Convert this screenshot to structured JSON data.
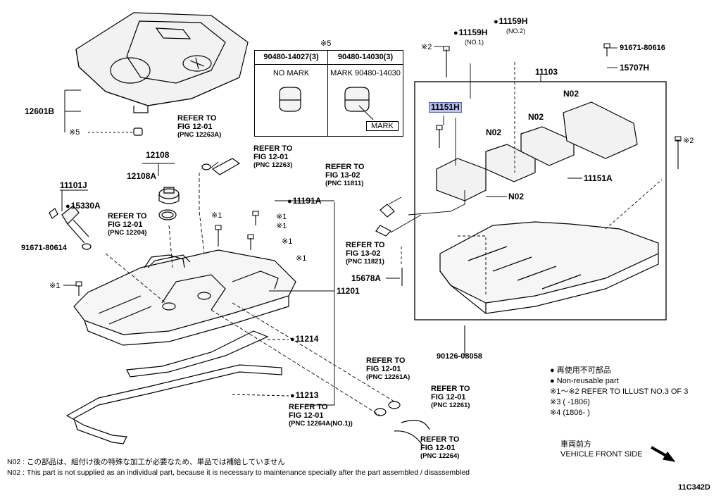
{
  "diagram_code": "11C342D",
  "labels": {
    "engine_cover": "12601B",
    "cover_grommet": "※5",
    "oil_filler_cap": "12108",
    "oil_filler_gasket": "12108A",
    "oil_filler_pipe": "11101J",
    "vvt_valve": "15330A",
    "vvt_bolt": "91671-80614",
    "head_cover": "11201",
    "head_cover_stud": "11191A",
    "head_cover_gasket": "11214",
    "spark_plug_gasket": "11213",
    "camshaft_housing": "11103",
    "bearing_cap_highlight": "11151H",
    "stud_no1": "11159H",
    "stud_no1_sub": "(NO.1)",
    "stud_no2": "11159H",
    "stud_no2_sub": "(NO.2)",
    "ref_bolt_1": "※2",
    "ref_bolt_2": "※2",
    "bracket_bolt": "91671-80616",
    "bracket": "15707H",
    "pin": "11151A",
    "bearing_cap_1": "N02",
    "bearing_cap_2": "N02",
    "bearing_cap_3": "N02",
    "bearing_cap_4": "N02",
    "dowel": "15678A",
    "stud_bolt": "90126-08058",
    "bolt_ref_a": "※1",
    "bolt_ref_b": "※1",
    "bolt_ref_c": "※1",
    "bolt_ref_d": "※1",
    "bolt_ref_e": "※1",
    "bolt_ref_f": "※1"
  },
  "table": {
    "title": "※5",
    "col1_header": "90480-14027(3)",
    "col2_header": "90480-14030(3)",
    "col1_text": "NO MARK",
    "col2_text": "MARK 90480-14030",
    "mark_box": "MARK"
  },
  "refers": {
    "r1": [
      "REFER TO",
      "FIG 12-01",
      "(PNC 12263A)"
    ],
    "r2": [
      "REFER TO",
      "FIG 12-01",
      "(PNC 12263)"
    ],
    "r3": [
      "REFER TO",
      "FIG 12-01",
      "(PNC 12204)"
    ],
    "r4": [
      "REFER TO",
      "FIG 13-02",
      "(PNC 11811)"
    ],
    "r5": [
      "REFER TO",
      "FIG 13-02",
      "(PNC 11821)"
    ],
    "r6": [
      "REFER TO",
      "FIG 12-01",
      "(PNC 12261A)"
    ],
    "r7": [
      "REFER TO",
      "FIG 12-01",
      "(PNC 12261)"
    ],
    "r8": [
      "REFER TO",
      "FIG 12-01",
      "(PNC 12264A(NO.1))"
    ],
    "r9": [
      "REFER TO",
      "FIG 12-01",
      "(PNC 12264)"
    ]
  },
  "legend": {
    "line1": "● 再使用不可部品",
    "line2": "● Non-reusable part",
    "line3": "※1～※2  REFER TO ILLUST NO.3 OF 3",
    "line4": "※3 (      -1806)",
    "line5": "※4 (1806-      )"
  },
  "front": {
    "jp": "車両前方",
    "en": "VEHICLE FRONT SIDE"
  },
  "notes": {
    "jp": "N02 : この部品は、組付け後の特殊な加工が必要なため、単品では補給していません",
    "en": "N02 : This part is not supplied as an individual part, because it is necessary to maintenance specially after the part assembled / disassembled"
  }
}
